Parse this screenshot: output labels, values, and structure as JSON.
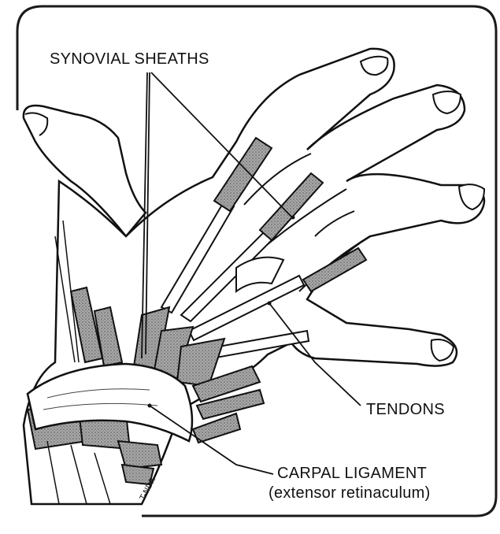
{
  "figure": {
    "labels": {
      "synovial_sheaths": "SYNOVIAL SHEATHS",
      "tendons": "TENDONS",
      "carpal_ligament": "CARPAL LIGAMENT",
      "carpal_ligament_sub": "(extensor retinaculum)"
    },
    "signature": "T-NDR",
    "colors": {
      "ink": "#111111",
      "sheath_fill": "#9a9a9a",
      "skin": "#ffffff",
      "frame": "#1a1a1a"
    }
  }
}
